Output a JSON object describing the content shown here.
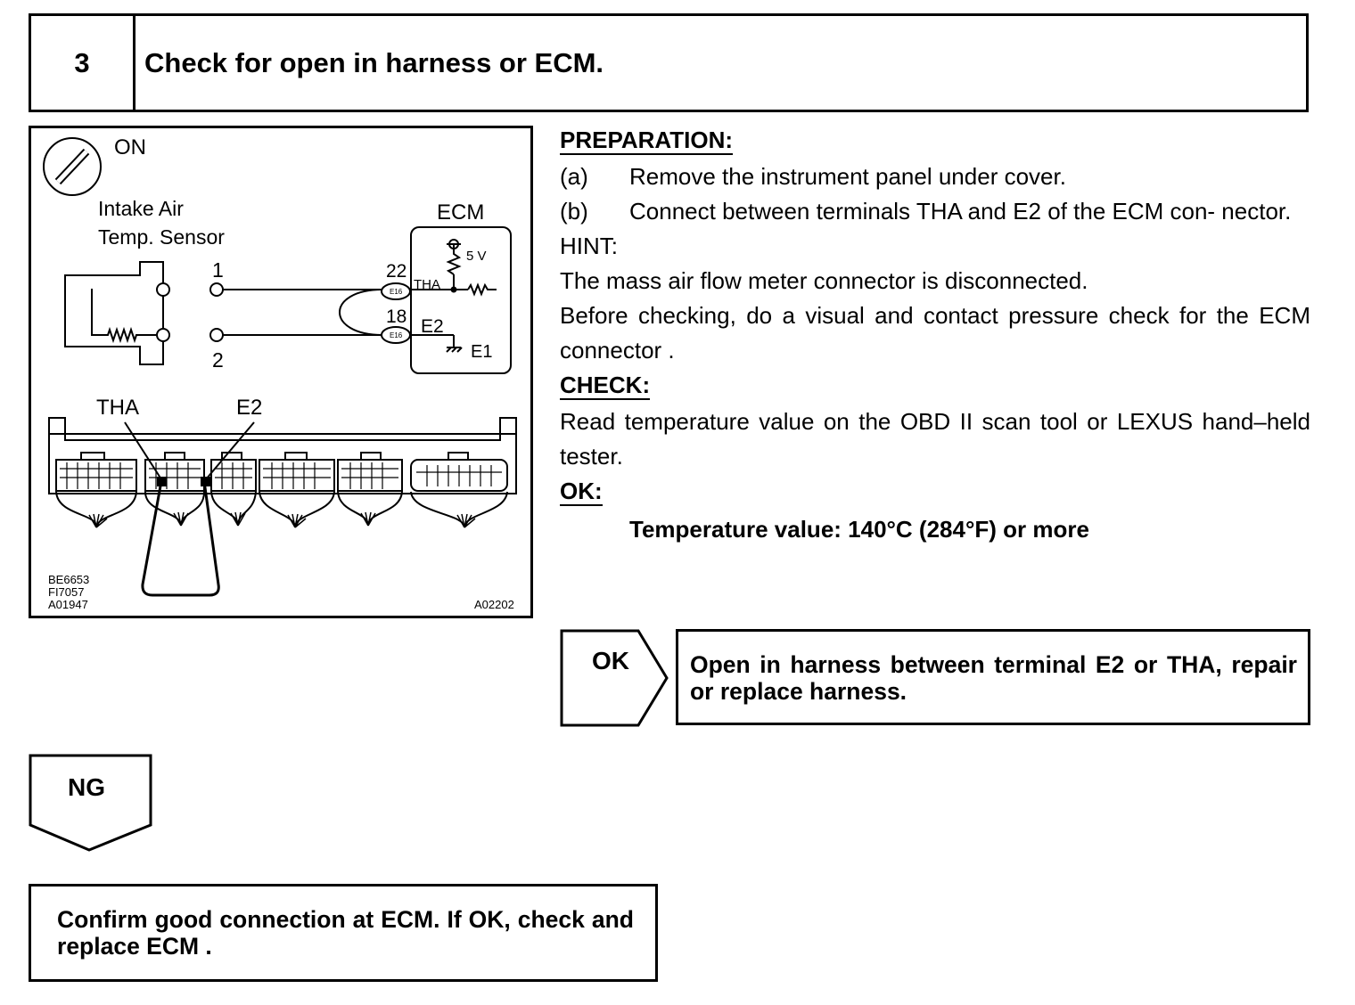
{
  "step": {
    "number": "3",
    "title": "Check for open in harness or ECM."
  },
  "diagram": {
    "ignition_label": "ON",
    "sensor_label_line1": "Intake Air",
    "sensor_label_line2": "Temp. Sensor",
    "ecm_label": "ECM",
    "sensor_pin1": "1",
    "sensor_pin2": "2",
    "ecm_pin_tha_number": "22",
    "ecm_pin_e2_number": "18",
    "connector_code_1": "E16",
    "connector_code_2": "E16",
    "ecm_terminal_tha": "THA",
    "ecm_terminal_e2": "E2",
    "ecm_terminal_e1": "E1",
    "ecm_voltage": "5 V",
    "connector_label_tha": "THA",
    "connector_label_e2": "E2",
    "ref_code_1": "BE6653",
    "ref_code_2": "FI7057",
    "ref_code_3": "A01947",
    "figure_code": "A02202"
  },
  "instructions": {
    "preparation_heading": "PREPARATION:",
    "prep_a_label": "(a)",
    "prep_a_text": "Remove the instrument panel under cover.",
    "prep_b_label": "(b)",
    "prep_b_text": "Connect between terminals THA and E2 of the ECM con- nector.",
    "hint_heading": "HINT:",
    "hint_line1": "The mass air flow meter connector is disconnected.",
    "hint_line2": "Before checking, do a visual and contact pressure check for the ECM connector .",
    "check_heading": "CHECK:",
    "check_text": "Read temperature value on the OBD II scan tool or LEXUS hand–held tester.",
    "ok_heading": "OK:",
    "ok_spec": "Temperature value: 140°C (284°F) or more"
  },
  "ok_branch": {
    "label": "OK",
    "result": "Open in harness between terminal E2 or THA, repair or replace harness."
  },
  "ng_branch": {
    "label": "NG",
    "result": "Confirm good connection at ECM. If OK, check and replace ECM ."
  }
}
